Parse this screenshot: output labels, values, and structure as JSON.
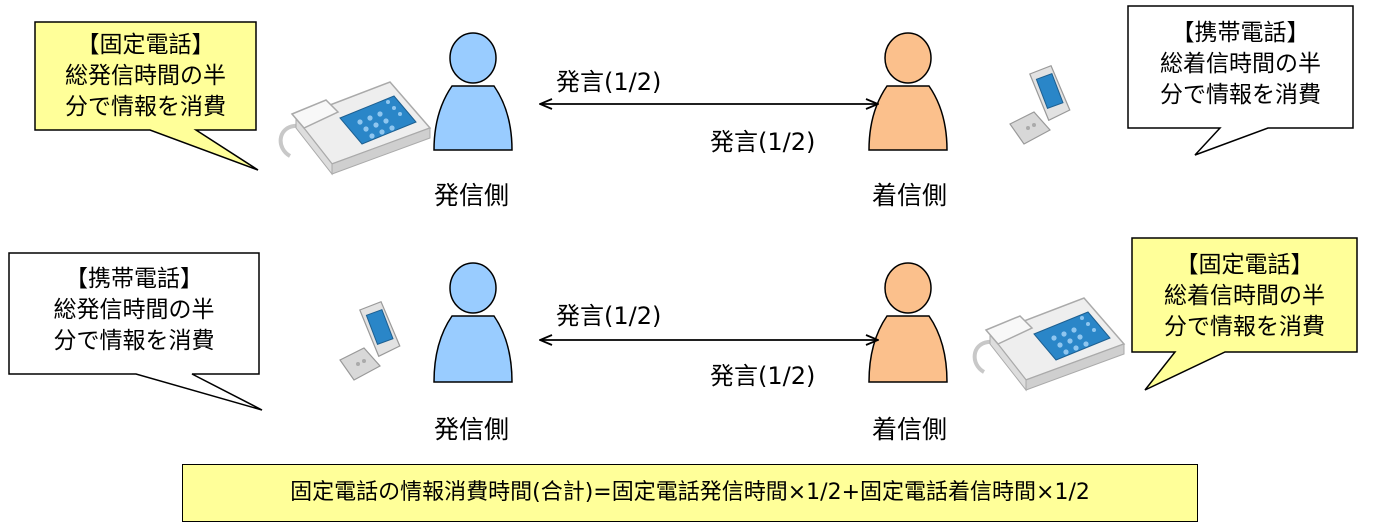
{
  "colors": {
    "caller": "#99ccff",
    "receiver": "#fbc08c",
    "callout_highlight": "#ffff99",
    "callout_plain": "#ffffff",
    "phone_blue": "#2a86c8"
  },
  "top_row": {
    "left_callout": {
      "line1": "【固定電話】",
      "line2": "総発信時間の半",
      "line3": "分で情報を消費"
    },
    "right_callout": {
      "line1": "【携帯電話】",
      "line2": "総着信時間の半",
      "line3": "分で情報を消費"
    },
    "speech_upper": "発言(1/2)",
    "speech_lower": "発言(1/2)",
    "caller_label": "発信側",
    "receiver_label": "着信側",
    "left_device_icon": "desk-phone-icon",
    "right_device_icon": "mobile-phone-icon"
  },
  "bottom_row": {
    "left_callout": {
      "line1": "【携帯電話】",
      "line2": "総発信時間の半",
      "line3": "分で情報を消費"
    },
    "right_callout": {
      "line1": "【固定電話】",
      "line2": "総着信時間の半",
      "line3": "分で情報を消費"
    },
    "speech_upper": "発言(1/2)",
    "speech_lower": "発言(1/2)",
    "caller_label": "発信側",
    "receiver_label": "着信側",
    "left_device_icon": "mobile-phone-icon",
    "right_device_icon": "desk-phone-icon"
  },
  "formula": "固定電話の情報消費時間(合計)=固定電話発信時間×1/2+固定電話着信時間×1/2"
}
